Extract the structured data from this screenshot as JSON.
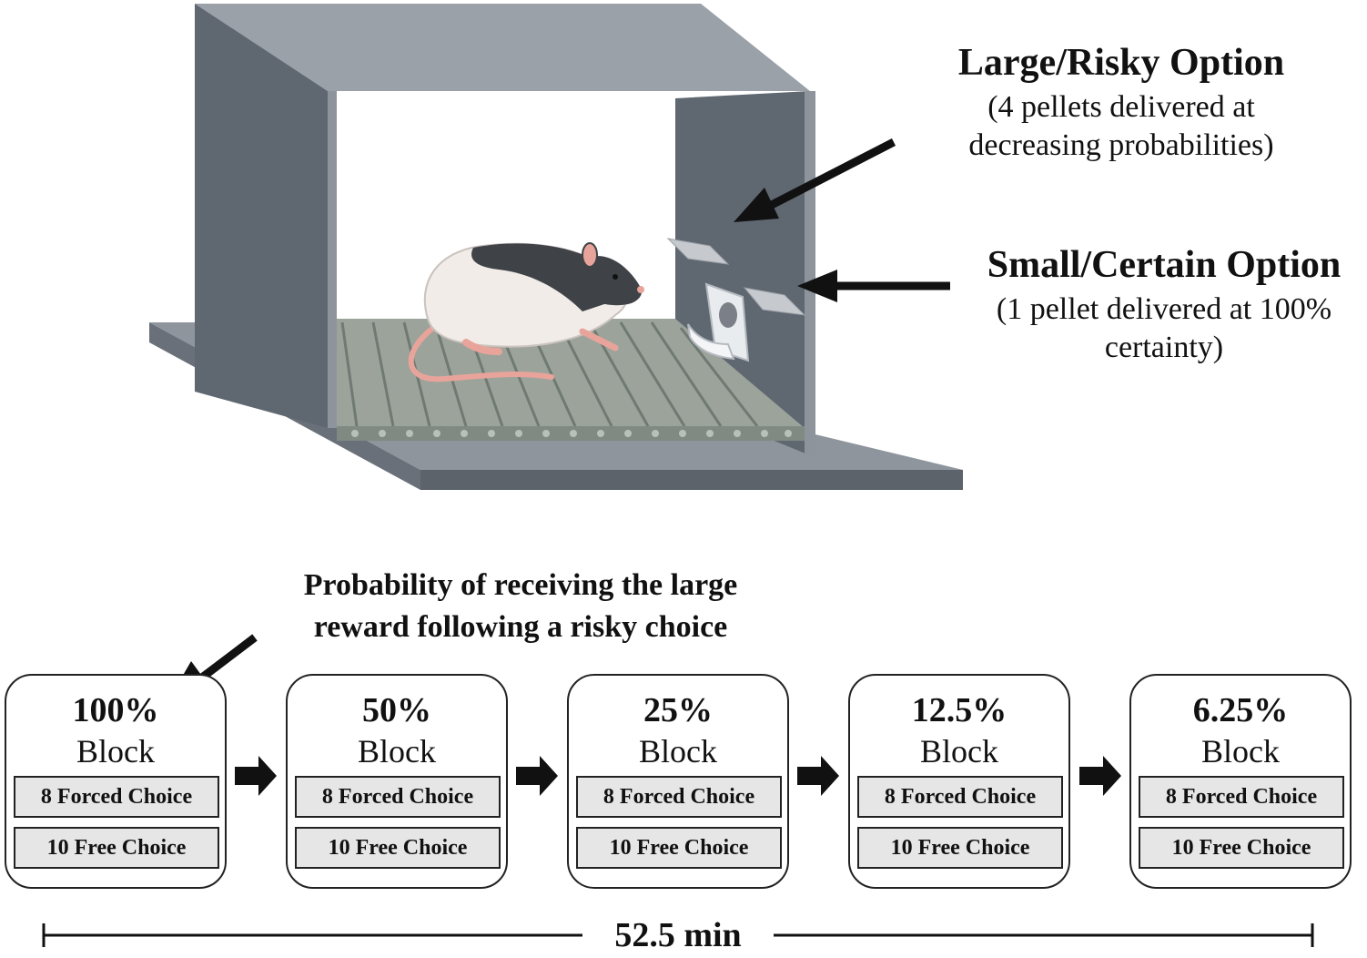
{
  "chamber": {
    "large_title": "Large/Risky Option",
    "large_sub": [
      "(4 pellets delivered at",
      "decreasing probabilities)"
    ],
    "small_title": "Small/Certain Option",
    "small_sub": [
      "(1 pellet delivered at 100%",
      "certainty)"
    ]
  },
  "timeline": {
    "prob_label": [
      "Probability of receiving the large",
      "reward following a risky choice"
    ],
    "blocks": [
      {
        "pct": "100%",
        "label": "Block",
        "forced": "8 Forced Choice",
        "free": "10 Free Choice"
      },
      {
        "pct": "50%",
        "label": "Block",
        "forced": "8 Forced Choice",
        "free": "10 Free Choice"
      },
      {
        "pct": "25%",
        "label": "Block",
        "forced": "8 Forced Choice",
        "free": "10 Free Choice"
      },
      {
        "pct": "12.5%",
        "label": "Block",
        "forced": "8 Forced Choice",
        "free": "10 Free Choice"
      },
      {
        "pct": "6.25%",
        "label": "Block",
        "forced": "8 Forced Choice",
        "free": "10 Free Choice"
      }
    ],
    "duration": "52.5 min"
  },
  "colors": {
    "chamber_dark": "#5f6771",
    "chamber_light": "#9aa0a8",
    "rat_body": "#f1ece8",
    "rat_dark": "#3f4247",
    "rat_pink": "#e8a49a"
  }
}
